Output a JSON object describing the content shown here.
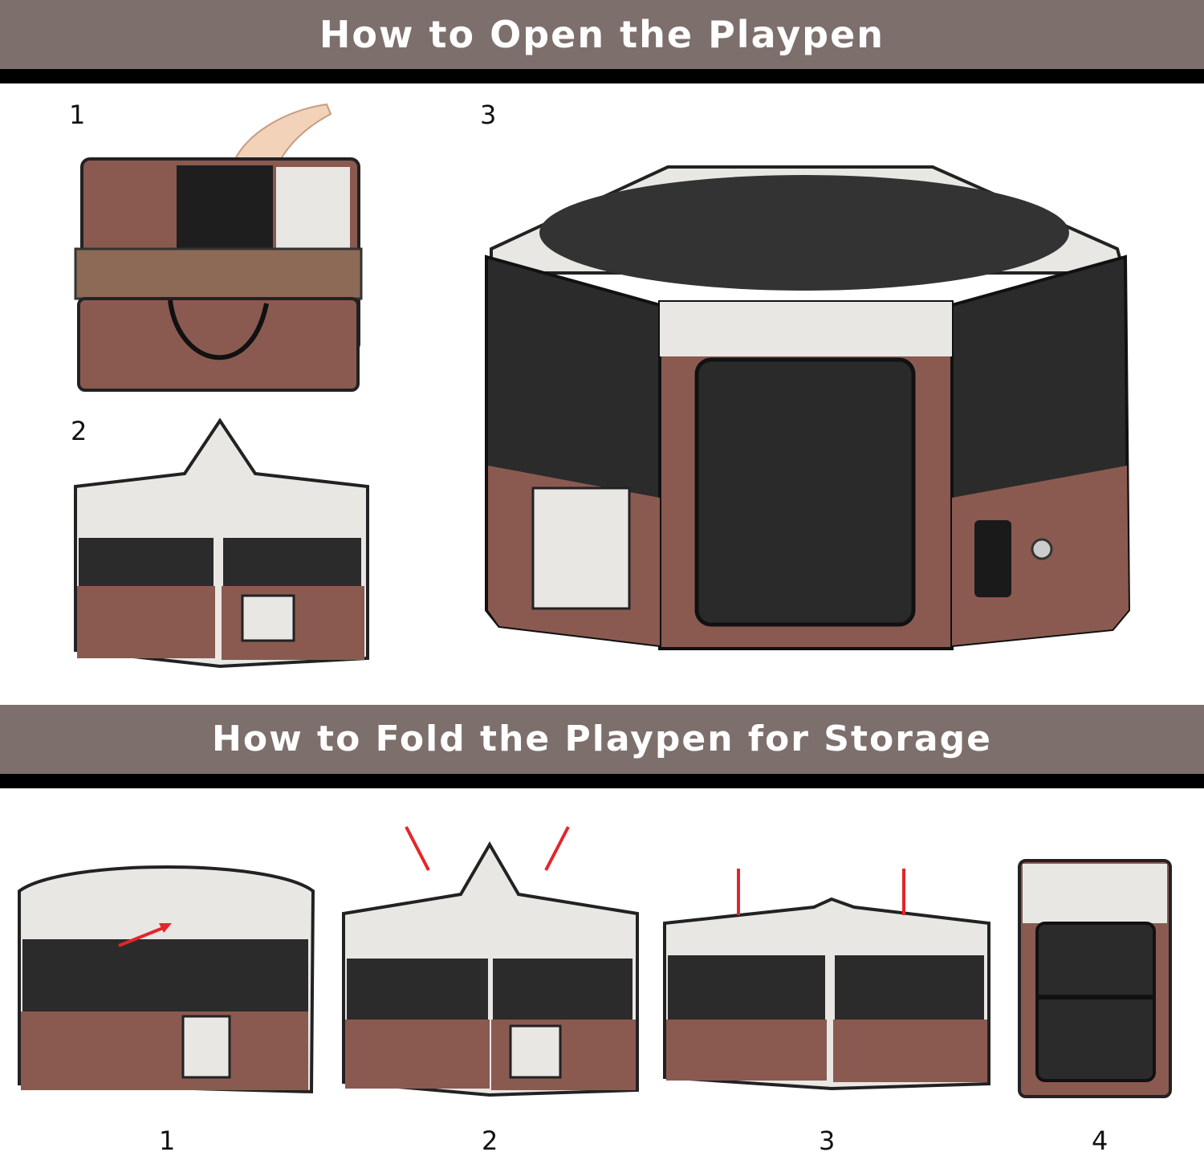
{
  "headings": {
    "open": "How to Open the Playpen",
    "fold": "How to Fold the Playpen for Storage"
  },
  "open_steps": [
    "1",
    "2",
    "3"
  ],
  "fold_steps": [
    "1",
    "2",
    "3",
    "4"
  ],
  "colors": {
    "banner": "#7d6f6c",
    "rule": "#000000",
    "fabric_brown": "#8a5a51",
    "fabric_light": "#e8e6e3",
    "mesh": "#2e2e2e",
    "arrow": "#e3262a"
  }
}
